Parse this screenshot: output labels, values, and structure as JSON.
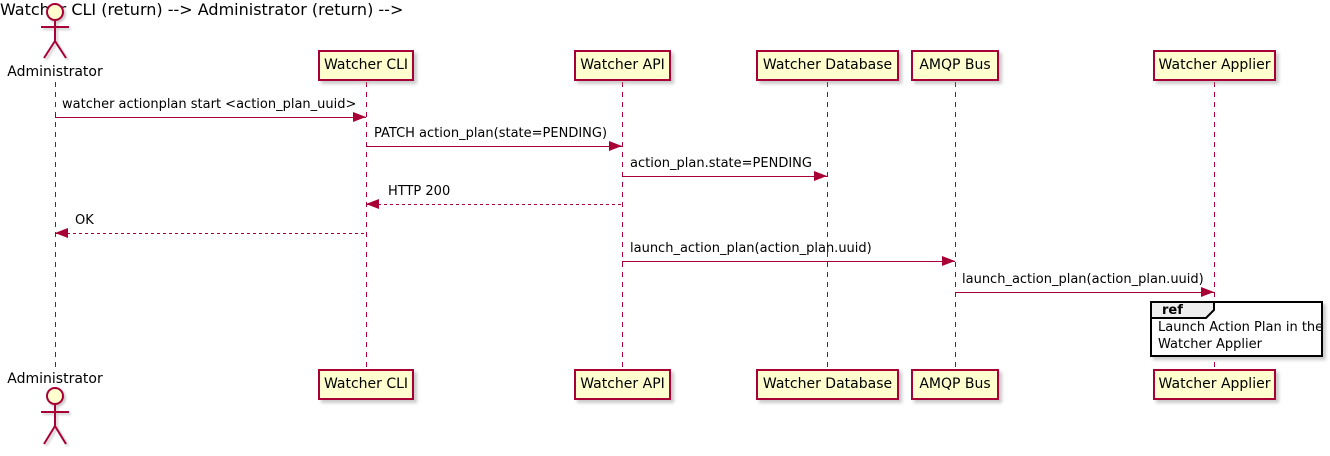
{
  "diagram": {
    "type": "sequence",
    "style": "plantuml",
    "colors": {
      "participant_fill": "#FEFECE",
      "participant_border": "#A80036",
      "arrow_line": "#A80036",
      "lifeline": "#A80036",
      "text": "#000000",
      "ref_border": "#000000",
      "ref_header_fill": "#EEEEEE",
      "ref_body_fill": "#FFFFFF",
      "background": "#FFFFFF"
    }
  },
  "participants": [
    {
      "label": "Administrator",
      "kind": "actor"
    },
    {
      "label": "Watcher CLI",
      "kind": "participant"
    },
    {
      "label": "Watcher API",
      "kind": "participant"
    },
    {
      "label": "Watcher Database",
      "kind": "participant"
    },
    {
      "label": "AMQP Bus",
      "kind": "participant"
    },
    {
      "label": "Watcher Applier",
      "kind": "participant"
    }
  ],
  "messages": [
    {
      "from": "Administrator",
      "to": "Watcher CLI",
      "label": "watcher actionplan start <action_plan_uuid>",
      "line": "solid"
    },
    {
      "from": "Watcher CLI",
      "to": "Watcher API",
      "label": "PATCH action_plan(state=PENDING)",
      "line": "solid"
    },
    {
      "from": "Watcher API",
      "to": "Watcher Database",
      "label": "action_plan.state=PENDING",
      "line": "solid"
    },
    {
      "from": "Watcher API",
      "to": "Watcher CLI",
      "label": "HTTP 200",
      "line": "dashed"
    },
    {
      "from": "Watcher CLI",
      "to": "Administrator",
      "label": "OK",
      "line": "dashed"
    },
    {
      "from": "Watcher API",
      "to": "AMQP Bus",
      "label": "launch_action_plan(action_plan.uuid)",
      "line": "solid"
    },
    {
      "from": "AMQP Bus",
      "to": "Watcher Applier",
      "label": "launch_action_plan(action_plan.uuid)",
      "line": "solid"
    }
  ],
  "ref": {
    "keyword": "ref",
    "lines": [
      "Launch Action Plan in the",
      "Watcher Applier"
    ]
  }
}
